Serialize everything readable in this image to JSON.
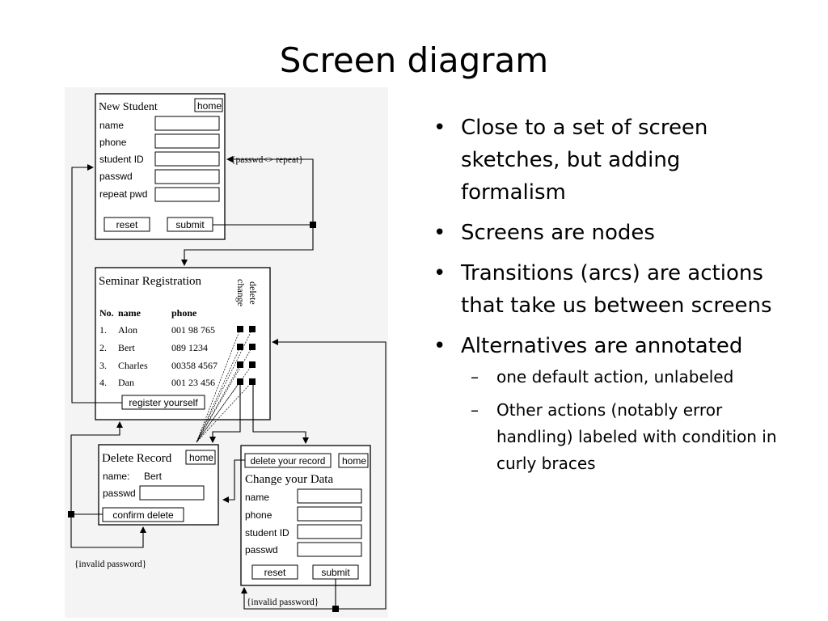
{
  "slide": {
    "title": "Screen diagram",
    "bullets": [
      "Close to a set of screen sketches, but adding formalism",
      "Screens are nodes",
      "Transitions (arcs) are actions that take us between screens",
      "Alternatives are annotated"
    ],
    "sub_bullets": [
      "one default action, unlabeled",
      "Other actions (notably error handling) labeled with condition in curly braces"
    ]
  },
  "diagram": {
    "new_student": {
      "title": "New Student",
      "home": "home",
      "fields": [
        "name",
        "phone",
        "student ID",
        "passwd",
        "repeat pwd"
      ],
      "reset": "reset",
      "submit": "submit"
    },
    "seminar": {
      "title": "Seminar Registration",
      "col_no": "No.",
      "col_name": "name",
      "col_phone": "phone",
      "col_change": "change",
      "col_delete": "delete",
      "rows": [
        {
          "no": "1.",
          "name": "Alon",
          "phone": "001 98 765"
        },
        {
          "no": "2.",
          "name": "Bert",
          "phone": "089 1234"
        },
        {
          "no": "3.",
          "name": "Charles",
          "phone": "00358 4567"
        },
        {
          "no": "4.",
          "name": "Dan",
          "phone": "001 23 456"
        }
      ],
      "register": "register yourself"
    },
    "delete_record": {
      "title": "Delete Record",
      "home": "home",
      "name_label": "name:",
      "name_value": "Bert",
      "passwd": "passwd",
      "confirm": "confirm delete"
    },
    "change_data": {
      "title": "Change your Data",
      "delete_btn": "delete your record",
      "home": "home",
      "fields": [
        "name",
        "phone",
        "student ID",
        "passwd"
      ],
      "reset": "reset",
      "submit": "submit"
    },
    "annotations": {
      "passwd_repeat": "{passwd<> repeat}",
      "invalid_left": "{invalid password}",
      "invalid_bottom": "{invalid password}"
    }
  }
}
